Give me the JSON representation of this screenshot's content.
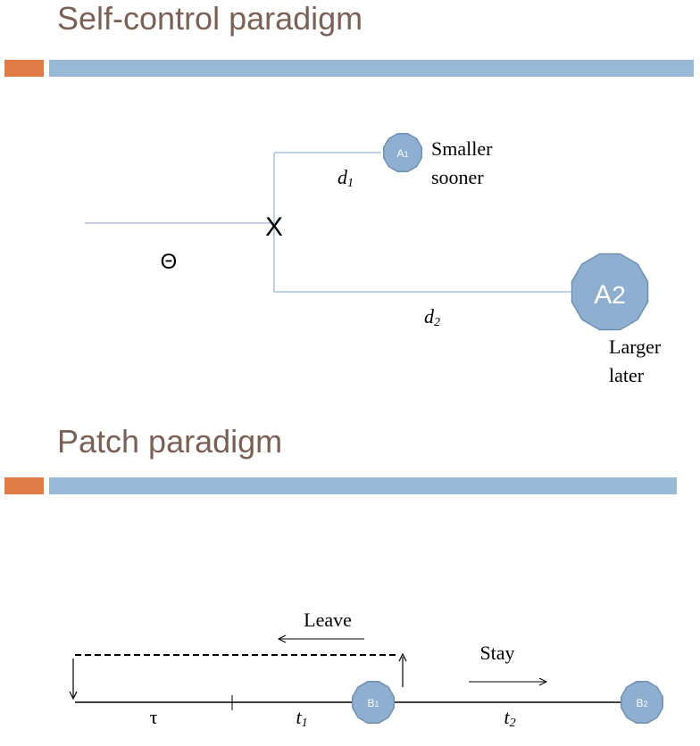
{
  "sections": [
    {
      "title": "Self-control paradigm"
    },
    {
      "title": "Patch paradigm"
    }
  ],
  "self_control": {
    "choice_mark": "X",
    "theta": "Θ",
    "d1": "d",
    "d1_sub": "1",
    "d2": "d",
    "d2_sub": "2",
    "a1_label": "A",
    "a1_sub": "1",
    "a2_label": "A",
    "a2_sub": "2",
    "smaller_line1": "Smaller",
    "smaller_line2": "sooner",
    "larger_line1": "Larger",
    "larger_line2": "later"
  },
  "patch": {
    "leave": "Leave",
    "stay": "Stay",
    "tau": "τ",
    "t1": "t",
    "t1_sub": "1",
    "t2": "t",
    "t2_sub": "2",
    "b1_label": "B",
    "b1_sub": "1",
    "b2_label": "B",
    "b2_sub": "2"
  },
  "colors": {
    "title": "#7a6157",
    "accent_orange": "#e07b45",
    "accent_blue": "#9ab9d6",
    "node_fill": "#8eafd0",
    "node_stroke": "#6f8fae",
    "line": "#a9c2dc"
  }
}
